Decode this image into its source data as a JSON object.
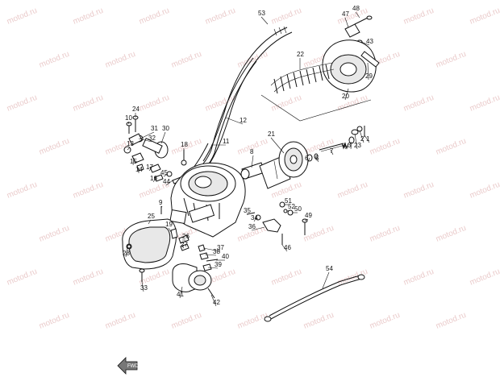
{
  "watermark": "motod.ru",
  "callouts": [
    "1",
    "2",
    "3",
    "4",
    "5",
    "6",
    "7",
    "8",
    "9",
    "10",
    "11",
    "12",
    "13",
    "14",
    "15",
    "16",
    "17",
    "18",
    "19",
    "20",
    "21",
    "22",
    "23",
    "24",
    "25",
    "26",
    "27",
    "28",
    "29",
    "30",
    "31",
    "32",
    "33",
    "34",
    "35",
    "36",
    "37",
    "38",
    "39",
    "40",
    "41",
    "42",
    "43",
    "44",
    "45",
    "46",
    "47",
    "48",
    "49",
    "50",
    "51",
    "52",
    "53",
    "54"
  ],
  "fwd_arrow_label": "FWD"
}
